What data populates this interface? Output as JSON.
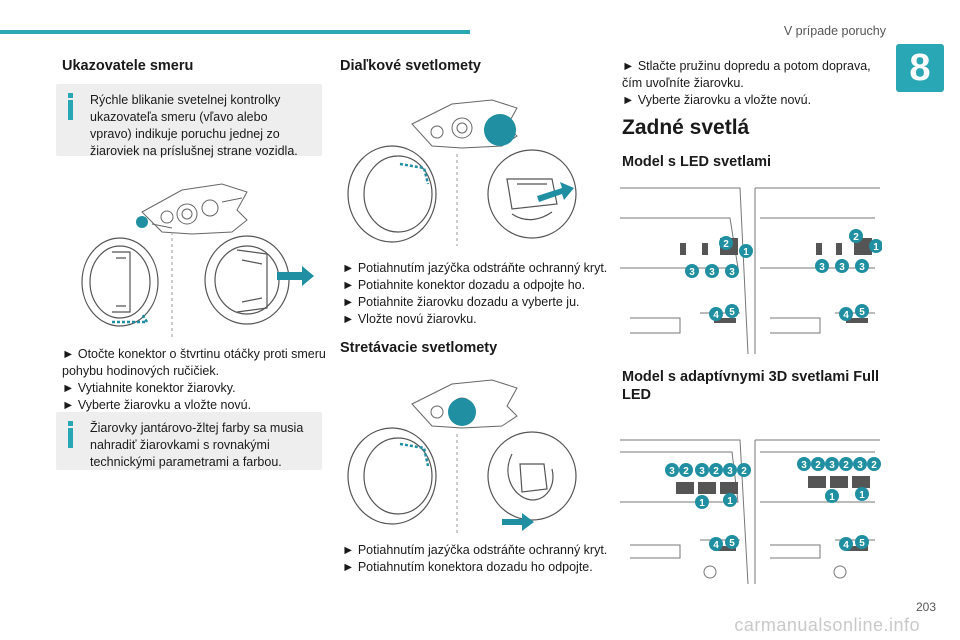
{
  "header": {
    "title": "V prípade poruchy",
    "chapter": "8"
  },
  "col1": {
    "heading": "Ukazovatele smeru",
    "info1": "Rýchle blikanie svetelnej kontrolky ukazovateľa smeru (vľavo alebo vpravo) indikuje poruchu jednej zo žiaroviek na príslušnej strane vozidla.",
    "steps": [
      "► Otočte konektor o štvrtinu otáčky proti smeru pohybu hodinových ručičiek.",
      "► Vytiahnite konektor žiarovky.",
      "► Vyberte žiarovku a vložte novú."
    ],
    "info2": "Žiarovky jantárovo-žltej farby sa musia nahradiť žiarovkami s rovnakými technickými parametrami a farbou."
  },
  "col2": {
    "heading1": "Diaľkové svetlomety",
    "steps1": [
      "► Potiahnutím jazýčka odstráňte ochranný kryt.",
      "► Potiahnite konektor dozadu a odpojte ho.",
      "► Potiahnite žiarovku dozadu a vyberte ju.",
      "► Vložte novú žiarovku."
    ],
    "heading2": "Stretávacie svetlomety",
    "steps2": [
      "► Potiahnutím jazýčka odstráňte ochranný kryt.",
      "► Potiahnutím konektora dozadu ho odpojte."
    ]
  },
  "col3": {
    "steps": [
      "► Stlačte pružinu dopredu a potom doprava, čím uvoľníte žiarovku.",
      "► Vyberte žiarovku a vložte novú."
    ],
    "title": "Zadné svetlá",
    "sub1": "Model s LED svetlami",
    "sub2": "Model s adaptívnymi 3D svetlami Full LED"
  },
  "diagram_labels": {
    "led_left": [
      "1",
      "2",
      "3",
      "3",
      "3",
      "4",
      "5"
    ],
    "led_right": [
      "1",
      "2",
      "3",
      "3",
      "3",
      "4",
      "5"
    ],
    "full_top": [
      "3",
      "2",
      "3",
      "2",
      "3",
      "2"
    ],
    "full_bottom": [
      "1",
      "1",
      "4",
      "5"
    ]
  },
  "colors": {
    "accent": "#2aa7b4",
    "infobox_bg": "#eeeeee",
    "marker": "#1f8fa1"
  },
  "footer": {
    "page": "203",
    "watermark": "carmanualsonline.info"
  }
}
